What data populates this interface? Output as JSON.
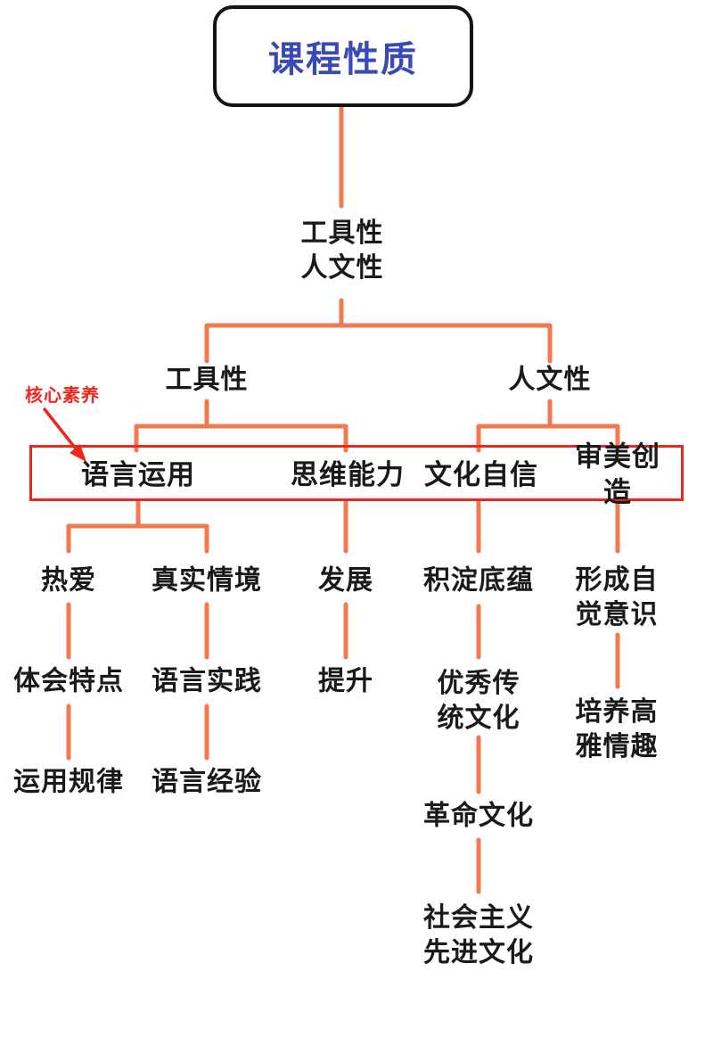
{
  "title": "课程性质",
  "annotation": {
    "label": "核心素养"
  },
  "trunk": {
    "label": "工具性\n人文性"
  },
  "branches": [
    {
      "label": "工具性"
    },
    {
      "label": "人文性"
    }
  ],
  "competencies": [
    "语言运用",
    "思维能力",
    "文化自信",
    "审美创造"
  ],
  "columns": {
    "language_use": [
      "热爱",
      "体会特点",
      "运用规律"
    ],
    "real_context": [
      "真实情境",
      "语言实践",
      "语言经验"
    ],
    "thinking": [
      "发展",
      "提升"
    ],
    "culture_confidence": [
      "积淀底蕴",
      "优秀传\n统文化",
      "革命文化",
      "社会主义\n先进文化"
    ],
    "aesthetic_creation": [
      "形成自\n觉意识",
      "培养高\n雅情趣"
    ]
  },
  "colors": {
    "connector": "#F1784F",
    "accent_red": "#EE271D",
    "title_blue": "#3A4AB4",
    "ink": "#1A1A1A"
  }
}
